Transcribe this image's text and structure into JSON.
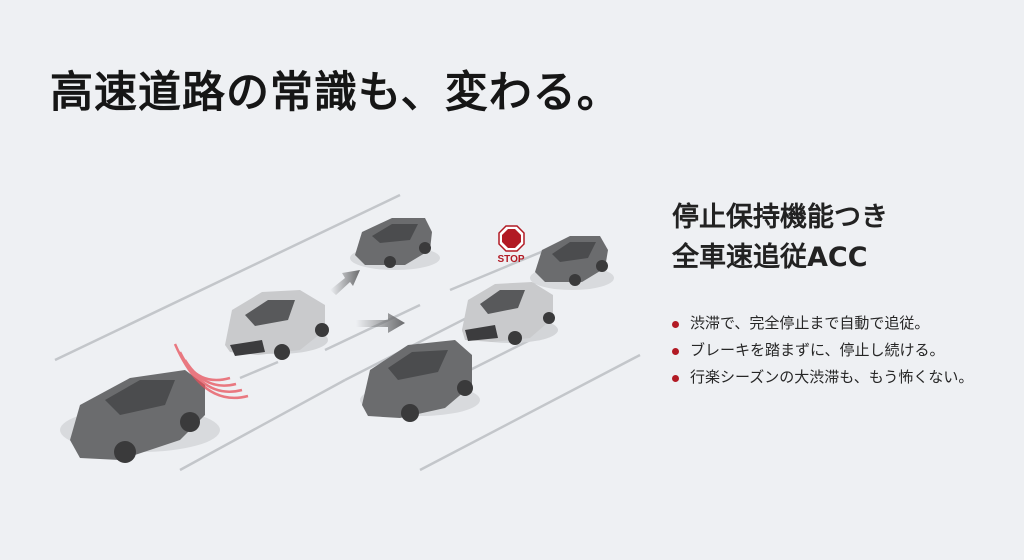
{
  "headline": "高速道路の常識も、変わる。",
  "feature": {
    "title_line1": "停止保持機能つき",
    "title_line2": "全車速追従ACC",
    "bullets": [
      "渋滞で、完全停止まで自動で追従。",
      "ブレーキを踏まずに、停止し続ける。",
      "行楽シーズンの大渋滞も、もう怖くない。"
    ]
  },
  "illustration": {
    "stop_sign_label": "STOP",
    "colors": {
      "accent_red": "#b21a24",
      "radar_red": "#e8505a",
      "dark_car": "#6b6c6e",
      "silver_car": "#c9cacc",
      "background": "#eef0f3",
      "lane_line": "#c3c6ca"
    }
  }
}
